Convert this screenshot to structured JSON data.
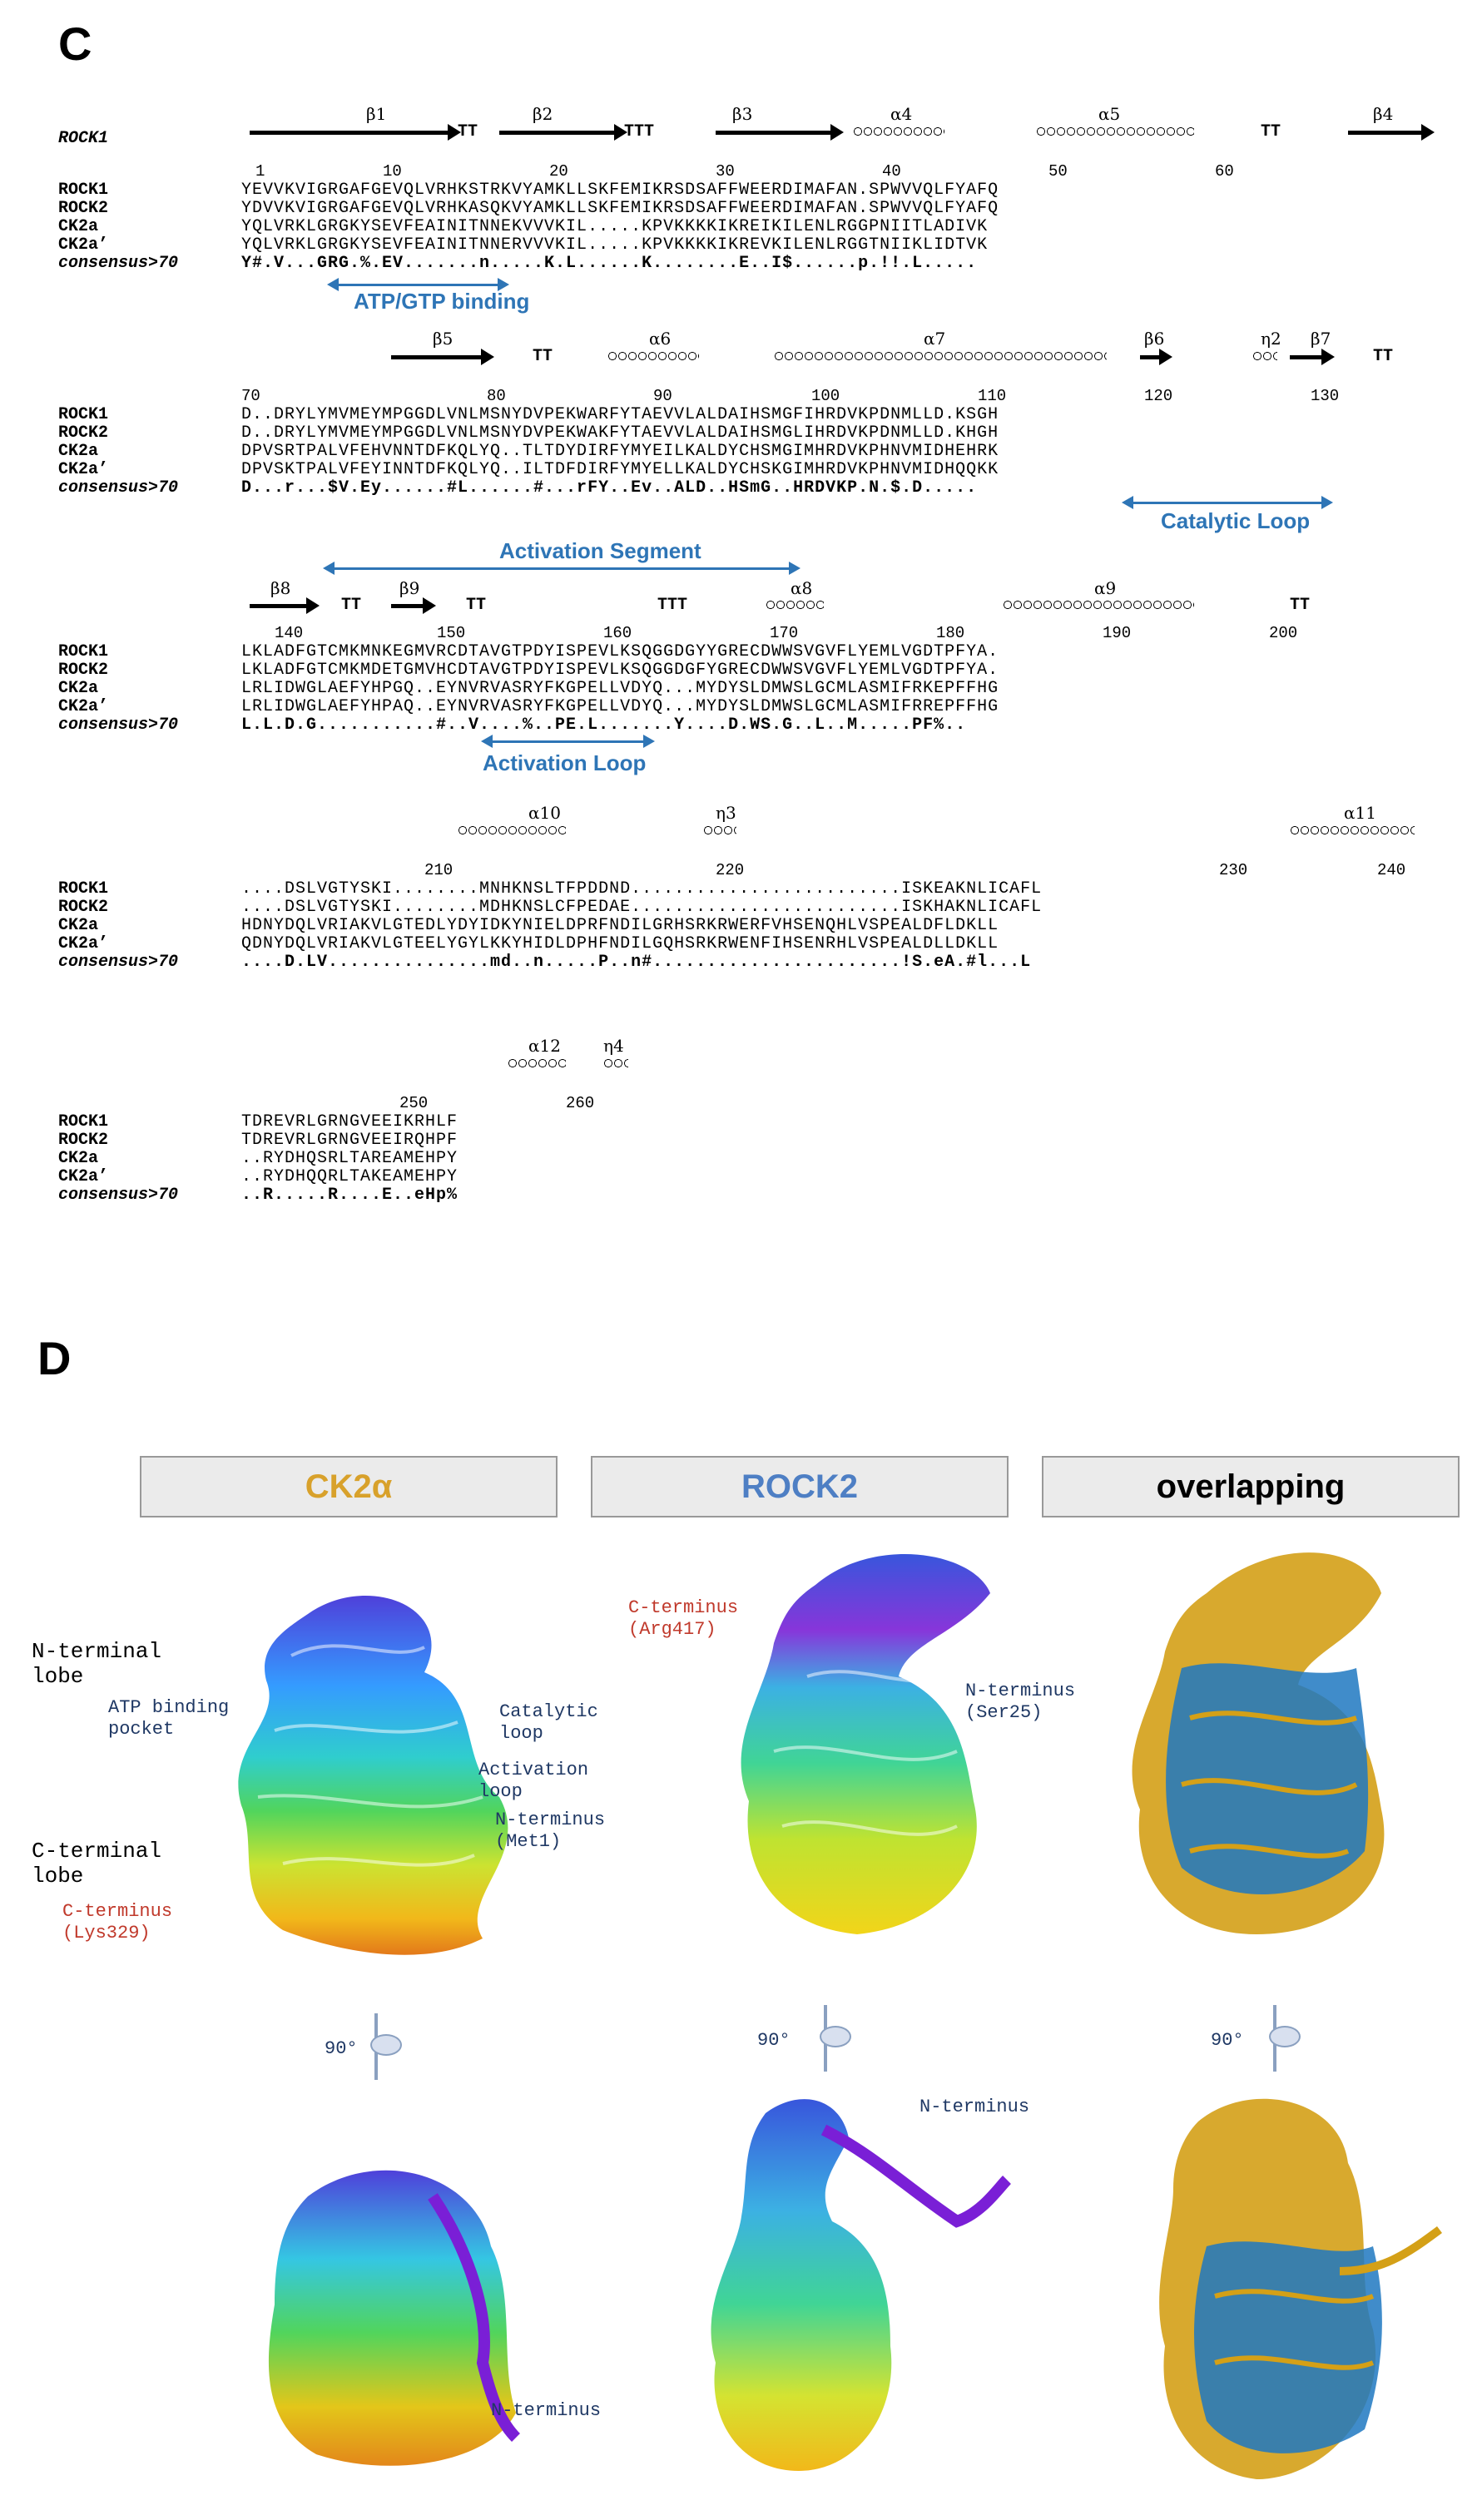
{
  "panel_c_label": "C",
  "panel_d_label": "D",
  "alignment": {
    "ref_name": "ROCK1",
    "consensus_label": "consensus>70",
    "blocks": [
      {
        "ss": {
          "b1": "β1",
          "tt1": "TT",
          "b2": "β2",
          "ttt": "TTT",
          "b3": "β3",
          "a4": "α4",
          "a5": "α5",
          "tt2": "TT",
          "b4": "β4"
        },
        "nums": [
          "1",
          "10",
          "20",
          "30",
          "40",
          "50",
          "60"
        ],
        "rows": [
          {
            "name": "ROCK1",
            "seq": "YEVVKVIGRGAFGEVQLVRHKSTRKVYAMKLLSKFEMIKRSDSAFFWEERDIMAFAN.SPWVVQLFYAFQ"
          },
          {
            "name": "ROCK2",
            "seq": "YDVVKVIGRGAFGEVQLVRHKASQKVYAMKLLSKFEMIKRSDSAFFWEERDIMAFAN.SPWVVQLFYAFQ"
          },
          {
            "name": "CK2a",
            "seq": "YQLVRKLGRGKYSEVFEAINITNNEKVVVKIL.....KPVKKKKIKREIKILENLRGGPNIITLADIVK"
          },
          {
            "name": "CK2a’",
            "seq": "YQLVRKLGRGKYSEVFEAINITNNERVVVKIL.....KPVKKKKIKREVKILENLRGGTNIIKLIDTVK"
          },
          {
            "name": "consensus>70",
            "seq": "Y#.V...GRG.%.EV.......n.....K.L......K........E..I$......p.!!.L....."
          }
        ],
        "annotations": [
          "ATP/GTP binding"
        ]
      },
      {
        "ss": {
          "b5": "β5",
          "tt1": "TT",
          "a6": "α6",
          "a7": "α7",
          "b6": "β6",
          "n2": "η2",
          "b7": "β7",
          "tt2": "TT"
        },
        "nums": [
          "70",
          "80",
          "90",
          "100",
          "110",
          "120",
          "130"
        ],
        "rows": [
          {
            "name": "ROCK1",
            "seq": "D..DRYLYMVMEYMPGGDLVNLMSNYDVPEKWARFYTAEVVLALDAIHSMGFIHRDVKPDNMLLD.KSGH"
          },
          {
            "name": "ROCK2",
            "seq": "D..DRYLYMVMEYMPGGDLVNLMSNYDVPEKWAKFYTAEVVLALDAIHSMGLIHRDVKPDNMLLD.KHGH"
          },
          {
            "name": "CK2a",
            "seq": "DPVSRTPALVFEHVNNTDFKQLYQ..TLTDYDIRFYMYEILKALDYCHSMGIMHRDVKPHNVMIDHEHRK"
          },
          {
            "name": "CK2a’",
            "seq": "DPVSKTPALVFEYINNTDFKQLYQ..ILTDFDIRFYMYELLKALDYCHSKGIMHRDVKPHNVMIDHQQKK"
          },
          {
            "name": "consensus>70",
            "seq": "D...r...$V.Ey......#L......#...rFY..Ev..ALD..HSmG..HRDVKP.N.$.D....."
          }
        ],
        "annotations": [
          "Catalytic Loop",
          "Activation Segment"
        ]
      },
      {
        "ss": {
          "b8": "β8",
          "tt1": "TT",
          "b9": "β9",
          "tt2": "TT",
          "ttt": "TTT",
          "a8": "α8",
          "a9": "α9",
          "tt3": "TT"
        },
        "nums": [
          "140",
          "150",
          "160",
          "170",
          "180",
          "190",
          "200"
        ],
        "rows": [
          {
            "name": "ROCK1",
            "seq": "LKLADFGTCMKMNKEGMVRCDTAVGTPDYISPEVLKSQGGDGYYGRECDWWSVGVFLYEMLVGDTPFYA."
          },
          {
            "name": "ROCK2",
            "seq": "LKLADFGTCMKMDETGMVHCDTAVGTPDYISPEVLKSQGGDGFYGRECDWWSVGVFLYEMLVGDTPFYA."
          },
          {
            "name": "CK2a",
            "seq": "LRLIDWGLAEFYHPGQ..EYNVRVASRYFKGPELLVDYQ...MYDYSLDMWSLGCMLASMIFRKEPFFHG"
          },
          {
            "name": "CK2a’",
            "seq": "LRLIDWGLAEFYHPAQ..EYNVRVASRYFKGPELLVDYQ...MYDYSLDMWSLGCMLASMIFRREPFFHG"
          },
          {
            "name": "consensus>70",
            "seq": "L.L.D.G...........#..V....%..PE.L.......Y....D.WS.G..L..M.....PF%.."
          }
        ],
        "annotations": [
          "Activation Loop"
        ]
      },
      {
        "ss": {
          "a10": "α10",
          "n3": "η3",
          "a11": "α11"
        },
        "nums": [
          "210",
          "220",
          "230",
          "240"
        ],
        "rows": [
          {
            "name": "ROCK1",
            "seq": "....DSLVGTYSKI........MNHKNSLTFPDDND.........................ISKEAKNLICAFL"
          },
          {
            "name": "ROCK2",
            "seq": "....DSLVGTYSKI........MDHKNSLCFPEDAE.........................ISKHAKNLICAFL"
          },
          {
            "name": "CK2a",
            "seq": "HDNYDQLVRIAKVLGTEDLYDYIDKYNIELDPRFNDILGRHSRKRWERFVHSENQHLVSPEALDFLDKLL"
          },
          {
            "name": "CK2a’",
            "seq": "QDNYDQLVRIAKVLGTEELYGYLKKYHIDLDPHFNDILGQHSRKRWENFIHSENRHLVSPEALDLLDKLL"
          },
          {
            "name": "consensus>70",
            "seq": "....D.LV...............md..n.....P..n#.......................!S.eA.#l...L"
          }
        ],
        "annotations": []
      },
      {
        "ss": {
          "a12": "α12",
          "n4": "η4"
        },
        "nums": [
          "250",
          "260"
        ],
        "rows": [
          {
            "name": "ROCK1",
            "seq": "TDREVRLGRNGVEEIKRHLF"
          },
          {
            "name": "ROCK2",
            "seq": "TDREVRLGRNGVEEIRQHPF"
          },
          {
            "name": "CK2a",
            "seq": "..RYDHQSRLTAREAMEHPY"
          },
          {
            "name": "CK2a’",
            "seq": "..RYDHQQRLTAKEAMEHPY"
          },
          {
            "name": "consensus>70",
            "seq": "..R.....R....E..eHp%"
          }
        ],
        "annotations": []
      }
    ]
  },
  "panel_d": {
    "headers": [
      "CK2α",
      "ROCK2",
      "overlapping"
    ],
    "header_colors": [
      "#d8a12b",
      "#4e7fc4",
      "#000000"
    ],
    "ck2_labels": {
      "n_lobe": "N-terminal\nlobe",
      "atp": "ATP binding\npocket",
      "catalytic": "Catalytic\nloop",
      "activation": "Activation\nloop",
      "n_term": "N-terminus\n(Met1)",
      "c_lobe": "C-terminal\nlobe",
      "c_term": "C-terminus\n(Lys329)",
      "n_term2": "N-terminus"
    },
    "rock_labels": {
      "c_term": "C-terminus\n(Arg417)",
      "n_term": "N-terminus\n(Ser25)",
      "n_term2": "N-terminus"
    },
    "rotation": "90°",
    "colors": {
      "label_blue": "#1f3864",
      "label_red": "#c0392b",
      "gold": "#d4a017",
      "blue": "#1f78c1"
    }
  }
}
